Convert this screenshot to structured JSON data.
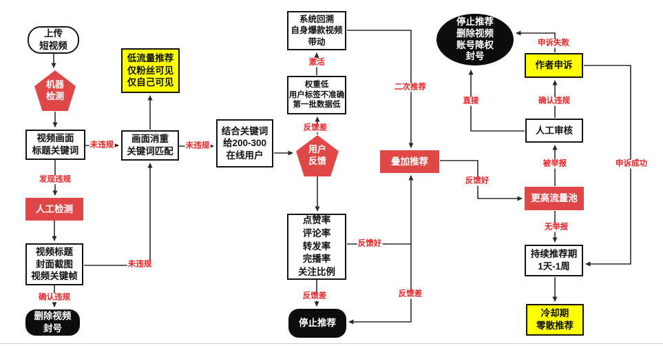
{
  "colors": {
    "node_red": "#e04848",
    "node_yellow": "#ffff00",
    "node_black": "#0d0d0d",
    "edge_label_red": "#ed2024",
    "line": "#2a2a2a",
    "background": "#ffffff"
  },
  "nodes": {
    "upload": {
      "text": "上传\n短视频",
      "shape": "stadium"
    },
    "machine_detect": {
      "text": "机器\n检测",
      "shape": "pentagon"
    },
    "video_frame": {
      "text": "视频画面\n标题关键词",
      "shape": "rect"
    },
    "manual_detect": {
      "text": "人工检测",
      "shape": "red"
    },
    "video_title": {
      "text": "视频标题\n封面截图\n视频关键帧",
      "shape": "rect"
    },
    "delete_ban": {
      "text": "删除视频\n封号",
      "shape": "black-round"
    },
    "low_traffic": {
      "text": "低流量推荐\n仅粉丝可见\n仅自己可见",
      "shape": "yellow"
    },
    "dedup": {
      "text": "画面消重\n关键词匹配",
      "shape": "rect"
    },
    "keywords": {
      "text": "结合关键词\n给200-300\n在线用户",
      "shape": "rect"
    },
    "backtrack": {
      "text": "系统回溯\n自身爆款视频\n带动",
      "shape": "rect"
    },
    "low_weight": {
      "text": "权重低\n用户标签不准确\n第一批数据低",
      "shape": "rect"
    },
    "user_feedback": {
      "text": "用户\n反馈",
      "shape": "pentagon"
    },
    "metrics": {
      "text": "点赞率\n评论率\n转发率\n完播率\n关注比例",
      "shape": "rect"
    },
    "stop_recommend": {
      "text": "停止推荐",
      "shape": "black-round"
    },
    "stack_recommend": {
      "text": "叠加推荐",
      "shape": "red"
    },
    "stop_delete_ban": {
      "text": "停止推荐\n删除视频\n账号降权\n封号",
      "shape": "ellipse"
    },
    "author_appeal": {
      "text": "作者申诉",
      "shape": "yellow"
    },
    "manual_review": {
      "text": "人工审核",
      "shape": "rect"
    },
    "higher_pool": {
      "text": "更高流量池",
      "shape": "red"
    },
    "sustain": {
      "text": "持续推荐期\n1天-1周",
      "shape": "rect"
    },
    "cooldown": {
      "text": "冷却期\n零散推荐",
      "shape": "yellow"
    }
  },
  "labels": {
    "no_violation_1": {
      "text": "未违规"
    },
    "no_violation_2": {
      "text": "未违规"
    },
    "no_violation_3": {
      "text": "未违规"
    },
    "violation_found": {
      "text": "发现违规"
    },
    "violation_confirmed_left": {
      "text": "确认违规"
    },
    "feedback_bad_top": {
      "text": "反馈差"
    },
    "activate": {
      "text": "激活"
    },
    "second_recommend": {
      "text": "二次推荐"
    },
    "feedback_good_1": {
      "text": "反馈好"
    },
    "feedback_bad_down": {
      "text": "反馈差"
    },
    "feedback_bad_right": {
      "text": "反馈差"
    },
    "feedback_good_2": {
      "text": "反馈好"
    },
    "appeal_failed": {
      "text": "申诉失败"
    },
    "direct": {
      "text": "直接"
    },
    "violation_confirmed_right": {
      "text": "确认违规"
    },
    "reported": {
      "text": "被举报"
    },
    "appeal_success": {
      "text": "申诉成功"
    },
    "no_report": {
      "text": "无举报"
    }
  }
}
